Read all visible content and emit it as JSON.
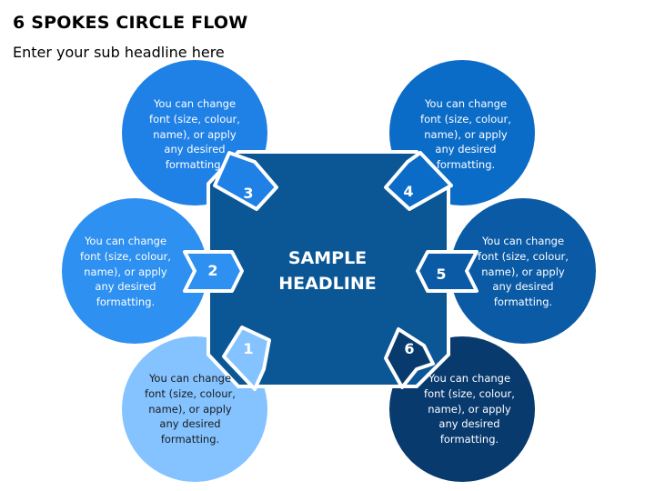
{
  "header": {
    "title": "6 SPOKES CIRCLE FLOW",
    "subtitle": "Enter your sub headline here"
  },
  "center": {
    "line1": "SAMPLE",
    "line2": "HEADLINE"
  },
  "colors": {
    "center": "#0b5796",
    "spoke1": "#84c3ff",
    "spoke2": "#2e90f0",
    "spoke3": "#1f80e6",
    "spoke4": "#0b6cc8",
    "spoke5": "#0a5aa6",
    "spoke6": "#083a6e"
  },
  "spokes": [
    {
      "number": "1",
      "lines": [
        "You can change",
        "font (size, colour,",
        "name), or apply",
        "any desired",
        "formatting."
      ]
    },
    {
      "number": "2",
      "lines": [
        "You can change",
        "font (size, colour,",
        "name), or apply",
        "any desired",
        "formatting."
      ]
    },
    {
      "number": "3",
      "lines": [
        "You can change",
        "font (size, colour,",
        "name), or apply",
        "any desired",
        "formatting."
      ]
    },
    {
      "number": "4",
      "lines": [
        "You can change",
        "font (size, colour,",
        "name), or apply",
        "any desired",
        "formatting."
      ]
    },
    {
      "number": "5",
      "lines": [
        "You can change",
        "font (size, colour,",
        "name), or apply",
        "any desired",
        "formatting."
      ]
    },
    {
      "number": "6",
      "lines": [
        "You can change",
        "font (size, colour,",
        "name), or apply",
        "any desired",
        "formatting."
      ]
    }
  ]
}
